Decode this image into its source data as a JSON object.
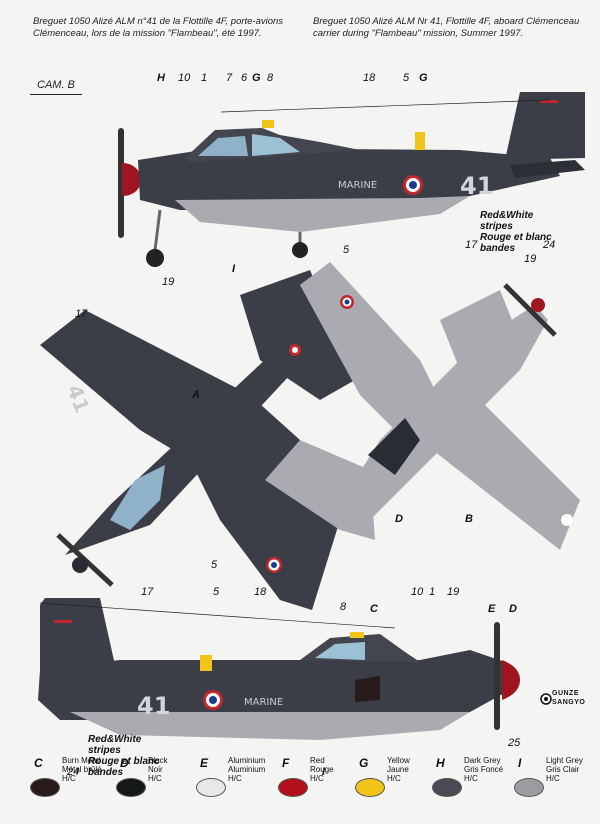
{
  "captions": {
    "fr": "Breguet 1050 Alizé ALM n°41 de la Flottille 4F, porte-avions Clémenceau, lors de la mission \"Flambeau\", été 1997.",
    "en": "Breguet 1050 Alizé ALM Nr 41, Flottille 4F, aboard Clémenceau carrier during \"Flambeau\" mission, Summer 1997."
  },
  "cam_label": "CAM. B",
  "aircraft_markings": {
    "code": "41",
    "marine": "MARINE"
  },
  "callouts": {
    "top": [
      "H",
      "10",
      "1",
      "7",
      "6",
      "G",
      "8",
      "18",
      "5",
      "G",
      "19",
      "I",
      "17",
      "24"
    ],
    "mid": [
      "17",
      "A",
      "5",
      "5",
      "19",
      "D",
      "B"
    ],
    "bottom": [
      "17",
      "5",
      "18",
      "8",
      "C",
      "10",
      "1",
      "19",
      "E",
      "D",
      "I",
      "24",
      "25"
    ]
  },
  "notes": {
    "top": [
      "Red&White",
      "stripes",
      "Rouge et blanc",
      "bandes"
    ],
    "bottom": [
      "Red&White",
      "stripes",
      "Rouge et blanc",
      "bandes"
    ]
  },
  "logo": {
    "line1": "GUNZE",
    "line2": "SANGYO"
  },
  "legend": [
    {
      "letter": "C",
      "name_en": "Burn Metal",
      "name_fr": "Métal brûlé",
      "code": "H/C",
      "color": "#2a1a1c"
    },
    {
      "letter": "D",
      "name_en": "Black",
      "name_fr": "Noir",
      "code": "H/C",
      "color": "#141816"
    },
    {
      "letter": "E",
      "name_en": "Aluminium",
      "name_fr": "Aluminium",
      "code": "H/C",
      "color": "#e8e8e8"
    },
    {
      "letter": "F",
      "name_en": "Red",
      "name_fr": "Rouge",
      "code": "H/C",
      "color": "#b3101c"
    },
    {
      "letter": "G",
      "name_en": "Yellow",
      "name_fr": "Jaune",
      "code": "H/C",
      "color": "#f2c318"
    },
    {
      "letter": "H",
      "name_en": "Dark Grey",
      "name_fr": "Gris Foncé",
      "code": "H/C",
      "color": "#4a4a55"
    },
    {
      "letter": "I",
      "name_en": "Light Grey",
      "name_fr": "Gris Clair",
      "code": "H/C",
      "color": "#9a9ca0"
    }
  ]
}
